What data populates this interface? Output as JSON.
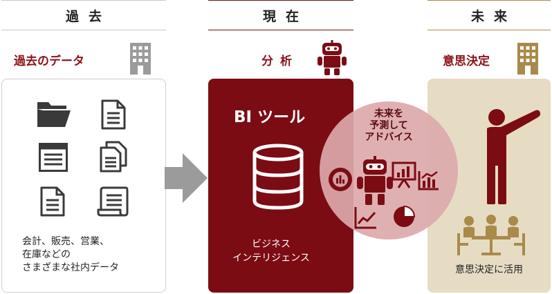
{
  "headers": {
    "past": "過去",
    "present": "現在",
    "future": "未来"
  },
  "past": {
    "title": "過去のデータ",
    "description": [
      "会計、販売、営業、",
      "在庫などの",
      "さまざまな社内データ"
    ]
  },
  "present": {
    "title": "分析",
    "tool_name": "BI ツール",
    "tool_caption": [
      "ビジネス",
      "インテリジェンス"
    ]
  },
  "circle": {
    "lines": [
      "未来を",
      "予測して",
      "アドバイス"
    ]
  },
  "future": {
    "title": "意思決定",
    "caption": "意思決定に活用"
  },
  "colors": {
    "maroon": "#7b0c14",
    "gold": "#a98a4a",
    "beige": "#e6dcc4",
    "gray": "#9b9b9b",
    "pink": "#dca9ab"
  },
  "icons": [
    "building-icon",
    "robot-icon",
    "folder-icon",
    "document-icon",
    "form-icon",
    "documents-stack-icon",
    "scroll-icon",
    "database-icon",
    "pie-chart-icon",
    "presentation-icon",
    "bar-chart-icon",
    "line-chart-icon",
    "pointing-person-icon",
    "meeting-icon",
    "arrow-icon"
  ]
}
